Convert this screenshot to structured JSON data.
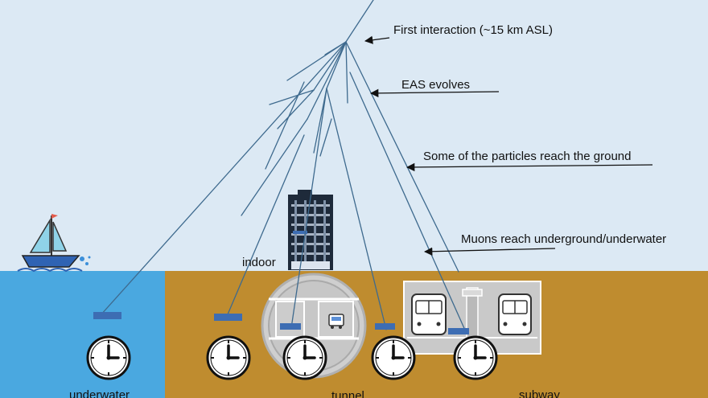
{
  "annotations": {
    "first_interaction": "First interaction (~15 km ASL)",
    "eas_evolves": "EAS evolves",
    "particles_reach_ground": "Some of the particles reach the ground",
    "muons_reach_underground": "Muons reach underground/underwater"
  },
  "environments": {
    "indoor": "indoor",
    "underwater": "underwater",
    "tunnel": "tunnel",
    "subway": "subway"
  },
  "colors": {
    "sky": "#dce9f4",
    "water": "#4aa8e0",
    "ground": "#bf8c2f",
    "detector": "#3d6db3",
    "shower_line": "#3e6a8e",
    "building": "#1e2a3a",
    "tunnel_wall": "#c9c9c9"
  },
  "icons": [
    "sailboat-icon",
    "building-icon",
    "clock-icon",
    "train-icon",
    "truck-icon",
    "arrow-icon"
  ]
}
